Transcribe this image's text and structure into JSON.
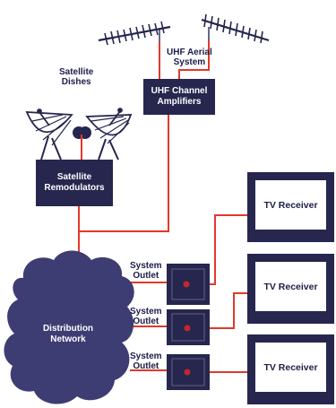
{
  "colors": {
    "box_fill": "#26264f",
    "wire": "#e0392b",
    "cloud": "#3d3d73",
    "outlet_dot": "#c0282c",
    "label_text": "#1c1c4a"
  },
  "labels": {
    "uhf_aerial": "UHF Aerial\nSystem",
    "satellite_dishes": "Satellite\nDishes",
    "uhf_amplifiers": "UHF Channel\nAmplifiers",
    "satellite_remodulators": "Satellite\nRemodulators",
    "distribution_network": "Distribution\nNetwork",
    "system_outlets": [
      "System\nOutlet",
      "System\nOutlet",
      "System\nOutlet"
    ],
    "tv_receivers": [
      "TV Receiver",
      "TV Receiver",
      "TV Receiver"
    ]
  },
  "icons": [
    "aerial-antenna-icon",
    "satellite-dish-icon"
  ]
}
